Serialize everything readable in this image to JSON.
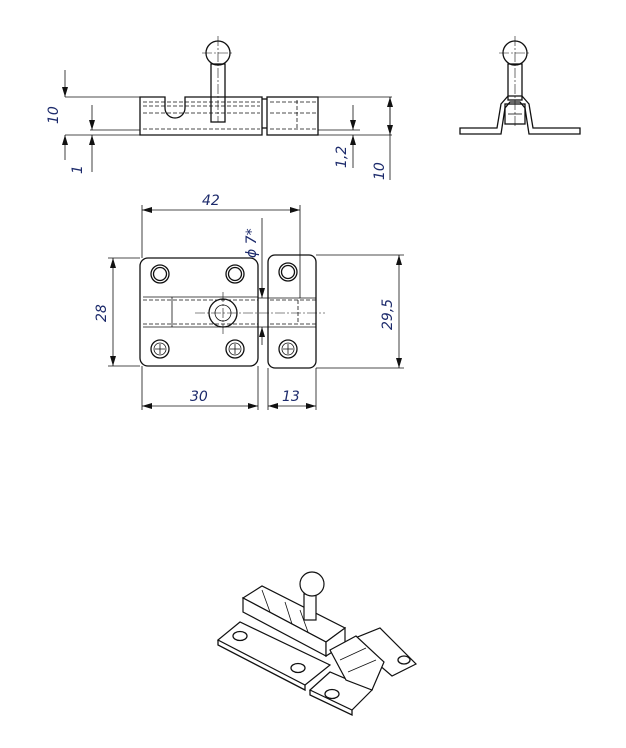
{
  "drawing": {
    "front_view": {
      "dims": {
        "height_left": "10",
        "thickness": "1",
        "thickness_right": "1,2",
        "height_right": "10"
      }
    },
    "plan_view": {
      "dims": {
        "total_width": "42",
        "bolt_diameter": "ϕ 7*",
        "plate_height": "28",
        "strike_height": "29,5",
        "plate_width": "30",
        "strike_width": "13"
      }
    },
    "color_dims": "#1c2a6b"
  }
}
